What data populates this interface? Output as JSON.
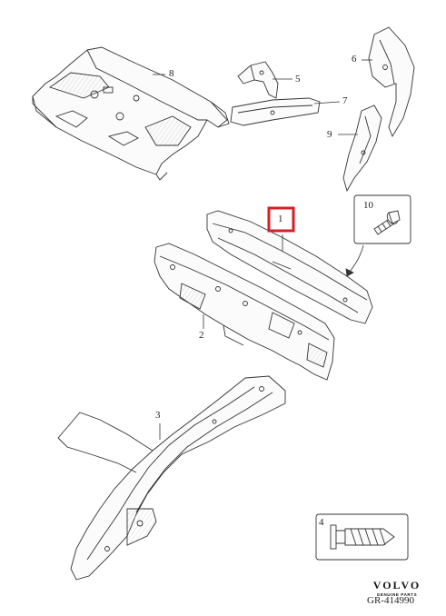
{
  "callouts": [
    {
      "number": "1",
      "highlighted": true
    },
    {
      "number": "2"
    },
    {
      "number": "3"
    },
    {
      "number": "4"
    },
    {
      "number": "5"
    },
    {
      "number": "6"
    },
    {
      "number": "7"
    },
    {
      "number": "8"
    },
    {
      "number": "9"
    },
    {
      "number": "10"
    }
  ],
  "highlight_color": "#d61f26",
  "brand": {
    "name": "VOLVO",
    "tagline": "GENUINE PARTS"
  },
  "diagram_code": "GR-414990"
}
